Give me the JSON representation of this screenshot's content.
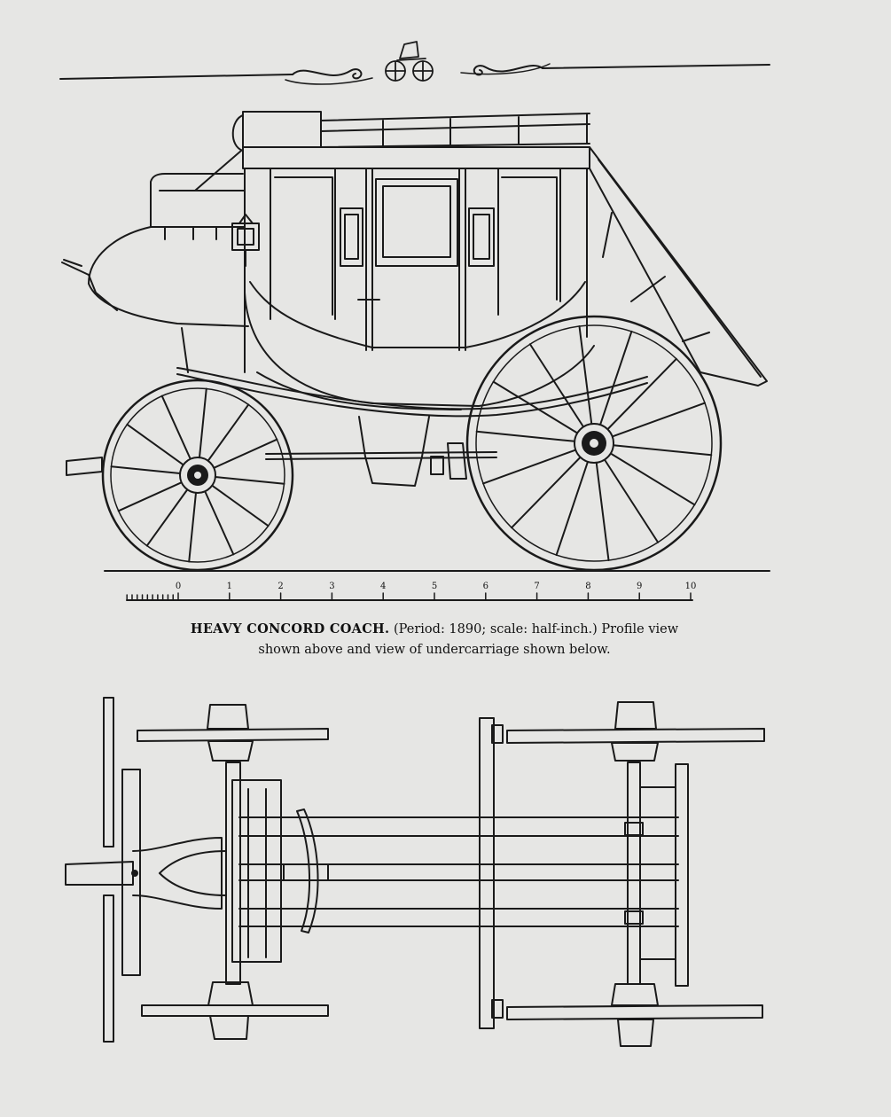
{
  "caption": {
    "title": "HEAVY CONCORD COACH.",
    "line1_rest": " (Period: 1890; scale: half-inch.) Profile view",
    "line2": "shown above and view of undercarriage shown below."
  },
  "scale_bar": {
    "labels": [
      "0",
      "1",
      "2",
      "3",
      "4",
      "5",
      "6",
      "7",
      "8",
      "9",
      "10"
    ]
  },
  "colors": {
    "ink": "#1a1a1a",
    "paper": "#e6e6e4"
  }
}
